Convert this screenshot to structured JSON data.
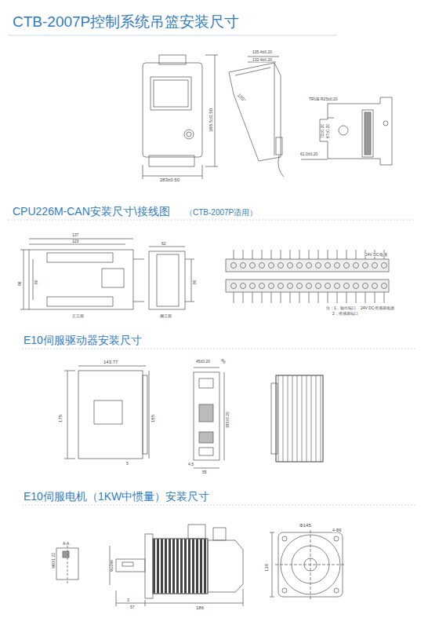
{
  "diagram": {
    "title": "CTB-2007P控制系统吊篮安装尺寸",
    "labels": [
      "CPU226M-CAN安装尺寸\\接线图",
      "（CTB-2007P适用）",
      "E10伺服驱动器安装尺寸",
      "E10伺服电机（1KW中惯量）安装尺寸",
      "283±0.50",
      "388.5±0.50",
      "135.4±0.20",
      "132.4±0.20",
      "105°",
      "TRUE R25±0.20",
      "72±0.20",
      "67±0.20",
      "61.0±0.20",
      "137",
      "123",
      "96",
      "80",
      "62",
      "80",
      "正立面",
      "侧立面",
      "24V DC电源",
      "注：1．输出端口",
      "2．传感器端口",
      "24V DC传感器电源",
      "143.77",
      "175",
      "185",
      "45±0.20",
      "Φ5",
      "165±0.20",
      "5",
      "55",
      "4.5",
      "A-A",
      "M6X1.22",
      "Φ22h6",
      "57",
      "3",
      "186",
      "Φ145",
      "4-Φ9",
      "130"
    ]
  }
}
